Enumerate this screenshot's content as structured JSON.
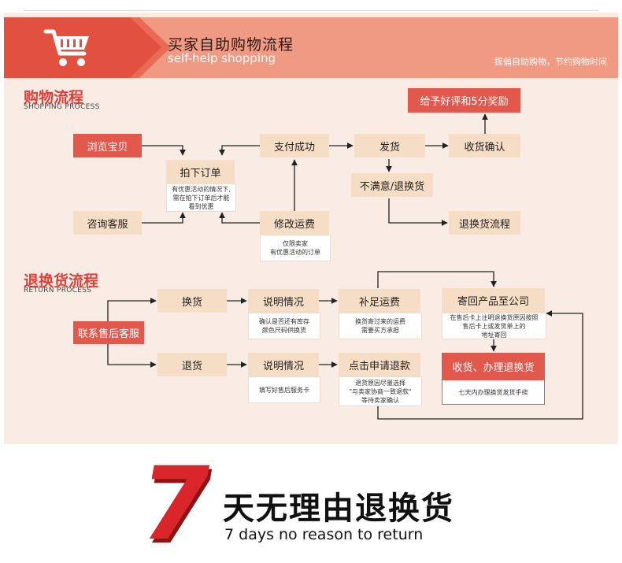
{
  "header": {
    "title": "买家自助购物流程",
    "subtitle": "self-help shopping",
    "note": "提倡自助购物，节约购物时间"
  },
  "shopping": {
    "title": "购物流程",
    "subtitle": "SHOPPING PROCESS",
    "browse": "浏览宝贝",
    "consult": "咨询客服",
    "order": "拍下订单",
    "order_note": [
      "有优惠活动的情况下,",
      "需在拍下订单后才能",
      "看到优惠"
    ],
    "pay": "支付成功",
    "modify": "修改运费",
    "modify_note": [
      "仅限卖家",
      "有优惠活动的订单"
    ],
    "ship": "发货",
    "confirm": "收货确认",
    "review": "给予好评和5分奖励",
    "unsatisfied": "不满意/退换货",
    "return_flow": "退换货流程"
  },
  "returns": {
    "title": "退换货流程",
    "subtitle": "RETURN PROCESS",
    "contact": "联系售后客服",
    "exchange": "换货",
    "explain1": "说明情况",
    "explain1_note": [
      "确认是否还有库存",
      "颜色尺码供换货"
    ],
    "supplement": "补足运费",
    "supplement_note": [
      "换货寄过来的运费",
      "需要买方承担"
    ],
    "send_back": "寄回产品至公司",
    "send_back_note": [
      "在售后卡上注明退换货原因按照",
      "售后卡上或发货单上的",
      "地址寄回"
    ],
    "receive": "收货、办理退换货",
    "receive_note": "七天内办理换货发货手续",
    "refund": "退货",
    "explain2": "说明情况",
    "explain2_note": "填写好售后服务卡",
    "apply": "点击申请退款",
    "apply_note": [
      "退货原因尽量选择",
      "\"与卖家协商一致退款\"",
      "等待卖家确认"
    ]
  },
  "footer": {
    "number": "7",
    "title": "天无理由退换货",
    "subtitle": "7 days no reason to return"
  },
  "colors": {
    "accent_red": "#e3584c",
    "header_salmon": "#f19a83",
    "box_beige": "#f6ddc5",
    "panel_bg": "#f8ece4"
  }
}
